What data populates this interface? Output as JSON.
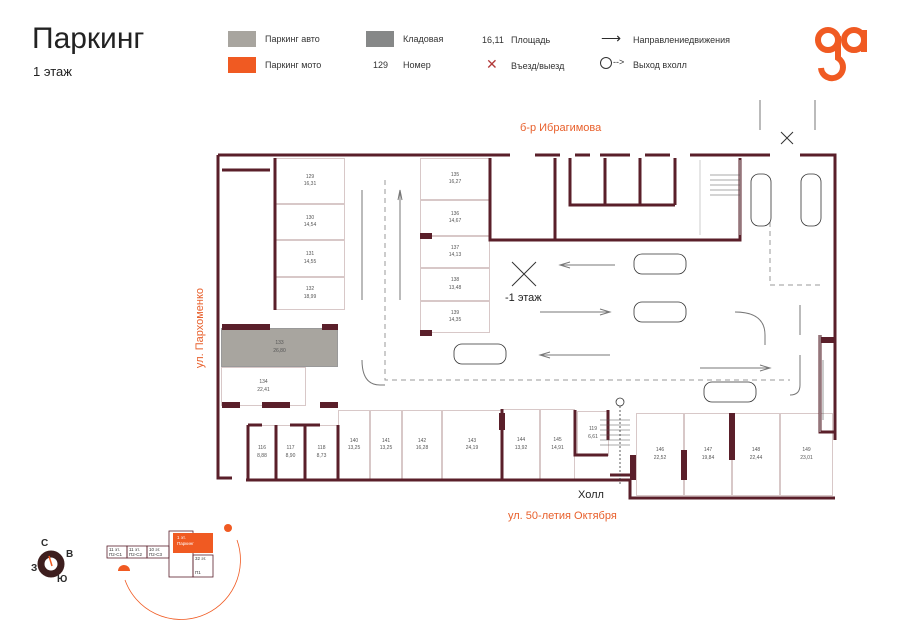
{
  "header": {
    "title": "Паркинг",
    "floor": "1 этаж"
  },
  "legend": {
    "car": {
      "label": "Паркинг авто",
      "color": "#a8a59f"
    },
    "moto": {
      "label": "Паркинг мото",
      "color": "#f05a22"
    },
    "storage": {
      "label": "Кладовая",
      "color": "#868888"
    },
    "area": {
      "sample": "16,11",
      "label": "Площадь"
    },
    "number": {
      "sample": "129",
      "label": "Номер"
    },
    "entry": {
      "label": "Въезд/выезд"
    },
    "direction": {
      "label": "Направлениедвижения"
    },
    "exit": {
      "label": "Выход вхолл"
    }
  },
  "brand": {
    "logo": "ga",
    "color": "#f05a22"
  },
  "streets": {
    "top": "б-р Ибрагимова",
    "left": "ул. Пархоменко",
    "bottom": "ул. 50-летия Октября"
  },
  "plan": {
    "level_label": "-1 этаж",
    "hall": "Холл",
    "wall_color": "#5a1f2a"
  },
  "units": [
    {
      "num": "129",
      "area": "16,31"
    },
    {
      "num": "130",
      "area": "14,54"
    },
    {
      "num": "131",
      "area": "14,55"
    },
    {
      "num": "132",
      "area": "18,99"
    },
    {
      "num": "135",
      "area": "16,27"
    },
    {
      "num": "136",
      "area": "14,67"
    },
    {
      "num": "137",
      "area": "14,13"
    },
    {
      "num": "138",
      "area": "13,48"
    },
    {
      "num": "139",
      "area": "14,35"
    },
    {
      "num": "133",
      "area": "26,80"
    },
    {
      "num": "134",
      "area": "22,41"
    },
    {
      "num": "116",
      "area": "8,88"
    },
    {
      "num": "117",
      "area": "8,90"
    },
    {
      "num": "118",
      "area": "8,73"
    },
    {
      "num": "140",
      "area": "13,25"
    },
    {
      "num": "141",
      "area": "13,25"
    },
    {
      "num": "142",
      "area": "16,28"
    },
    {
      "num": "143",
      "area": "24,19"
    },
    {
      "num": "144",
      "area": "13,92"
    },
    {
      "num": "145",
      "area": "14,91"
    },
    {
      "num": "119",
      "area": "6,61"
    },
    {
      "num": "146",
      "area": "22,52"
    },
    {
      "num": "147",
      "area": "19,84"
    },
    {
      "num": "148",
      "area": "22,44"
    },
    {
      "num": "149",
      "area": "23,01"
    }
  ],
  "compass": {
    "n": "С",
    "e": "В",
    "s": "Ю",
    "w": "З"
  },
  "minimap": {
    "sections": [
      {
        "floors": "11 эт.",
        "name": "П2-С1"
      },
      {
        "floors": "11 эт.",
        "name": "П2-С2"
      },
      {
        "floors": "10 эт.",
        "name": "П2-С3"
      }
    ],
    "parking": {
      "floors": "1 эт.",
      "name": "Паркинг"
    },
    "tower": {
      "floors": "32 эт.",
      "name": "П1"
    }
  }
}
